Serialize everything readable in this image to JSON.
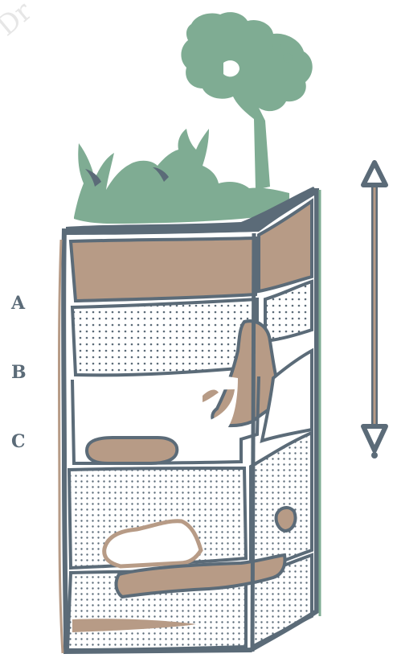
{
  "labels": {
    "a": "A",
    "b": "B",
    "c": "C"
  },
  "watermark": "Dr",
  "colors": {
    "outline": "#5b6b78",
    "soil_brown": "#b79b86",
    "vegetation": "#7fac93",
    "sand_dots": "#5b6b78",
    "background": "#ffffff"
  },
  "icons": {
    "arrow": "double-headed-vertical-arrow",
    "tree": "tree-icon",
    "grass": "grass-tufts-icon"
  }
}
